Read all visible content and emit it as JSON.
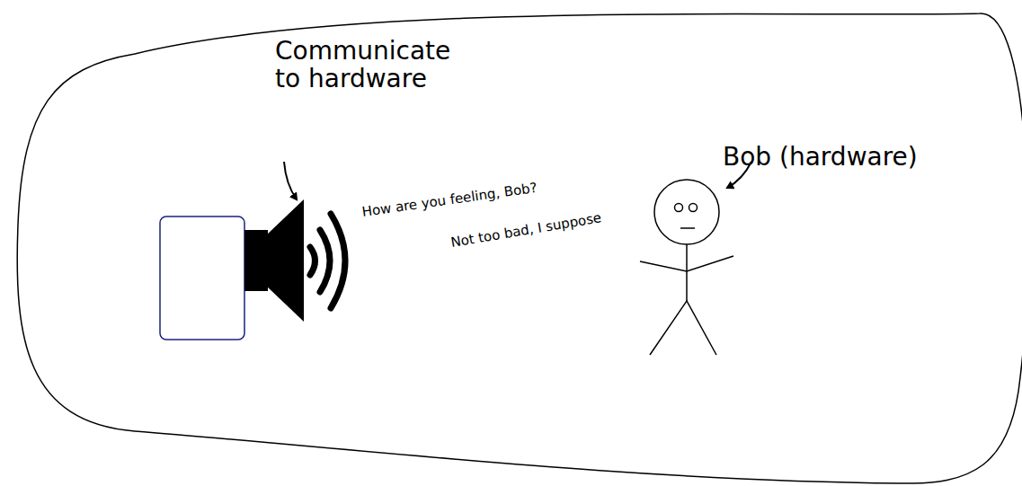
{
  "diagram": {
    "labels": [
      "Communicate to hardware",
      "Bob (hardware)",
      "How are you feeling, Bob?",
      "Not too bad, I suppose"
    ]
  }
}
